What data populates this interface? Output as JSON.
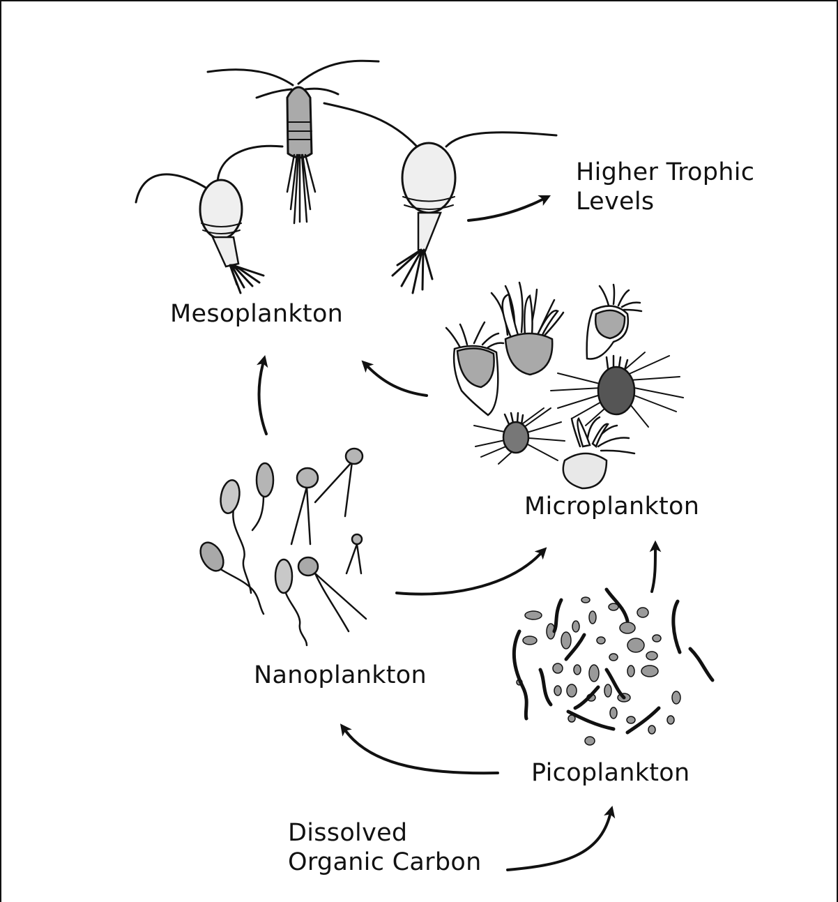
{
  "labels": {
    "mesoplankton": "Mesoplankton",
    "microplankton": "Microplankton",
    "nanoplankton": "Nanoplankton",
    "picoplankton": "Picoplankton",
    "higher_trophic_line1": "Higher Trophic",
    "higher_trophic_line2": "Levels",
    "doc_line1": "Dissolved",
    "doc_line2": "Organic Carbon"
  },
  "icons": {
    "mesoplankton": "copepod-icon",
    "microplankton": "ciliate-icon",
    "nanoplankton": "flagellate-icon",
    "picoplankton": "bacteria-icon"
  },
  "colors": {
    "ink": "#111111",
    "light_fill": "#efefef",
    "mid_fill": "#a9a9a9",
    "dark_fill": "#555555"
  }
}
